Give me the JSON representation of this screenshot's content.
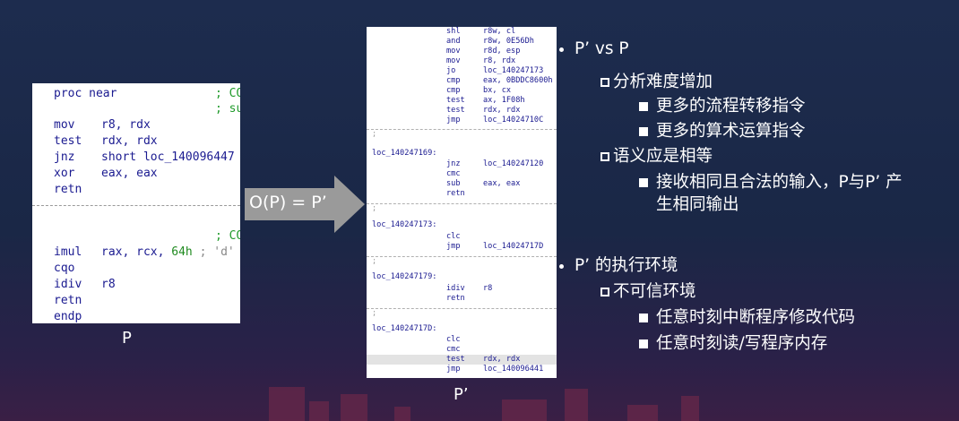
{
  "left_code": {
    "lines": [
      {
        "m": "proc near",
        "o": "",
        "c": "; CO"
      },
      {
        "m": "",
        "o": "",
        "c": "; su"
      },
      {
        "m": "mov",
        "o": "r8, rdx",
        "c": ""
      },
      {
        "m": "test",
        "o": "rdx, rdx",
        "c": ""
      },
      {
        "m": "jnz",
        "o": "short loc_140096447",
        "c": ""
      },
      {
        "m": "xor",
        "o": "eax, eax",
        "c": ""
      },
      {
        "m": "retn",
        "o": "",
        "c": ""
      },
      {
        "m": "",
        "o": "",
        "c": "; CO"
      },
      {
        "m": "imul",
        "o": "rax, rcx, ",
        "c": ""
      },
      {
        "m": "cqo",
        "o": "",
        "c": ""
      },
      {
        "m": "idiv",
        "o": "r8",
        "c": ""
      },
      {
        "m": "retn",
        "o": "",
        "c": ""
      },
      {
        "m": "endp",
        "o": "",
        "c": ""
      }
    ],
    "imul_num": "64h",
    "imul_str": "; 'd'"
  },
  "label_p": "P",
  "arrow_text": "O(P) = P’",
  "label_pp": "P’",
  "right_code": {
    "top_rows": [
      {
        "m": "shl",
        "o": "r8w, cl"
      },
      {
        "m": "and",
        "o": "r8w, 0E56Dh"
      },
      {
        "m": "mov",
        "o": "r8d, esp"
      },
      {
        "m": "mov",
        "o": "r8, rdx"
      },
      {
        "m": "jo",
        "o": "loc_140247173"
      },
      {
        "m": "cmp",
        "o": "eax, 0BDDC8600h"
      },
      {
        "m": "cmp",
        "o": "bx, cx"
      },
      {
        "m": "test",
        "o": "ax, 1F08h"
      },
      {
        "m": "test",
        "o": "rdx, rdx"
      },
      {
        "m": "jmp",
        "o": "loc_14024710C"
      }
    ],
    "semi": ";",
    "blocks": [
      {
        "label": "loc_140247169:",
        "rows": [
          {
            "m": "jnz",
            "o": "loc_140247120"
          },
          {
            "m": "cmc",
            "o": ""
          },
          {
            "m": "sub",
            "o": "eax, eax"
          },
          {
            "m": "retn",
            "o": ""
          }
        ]
      },
      {
        "label": "loc_140247173:",
        "rows": [
          {
            "m": "clc",
            "o": ""
          },
          {
            "m": "jmp",
            "o": "loc_14024717D"
          }
        ]
      },
      {
        "label": "loc_140247179:",
        "rows": [
          {
            "m": "idiv",
            "o": "r8"
          },
          {
            "m": "retn",
            "o": ""
          }
        ]
      },
      {
        "label": "loc_14024717D:",
        "rows": [
          {
            "m": "clc",
            "o": ""
          },
          {
            "m": "cmc",
            "o": ""
          },
          {
            "m": "test",
            "o": "rdx, rdx"
          },
          {
            "m": "jmp",
            "o": "loc_140096441"
          }
        ]
      }
    ]
  },
  "bullets": {
    "b1": "P’ vs P",
    "b1_1": "分析难度增加",
    "b1_1_1": "更多的流程转移指令",
    "b1_1_2": "更多的算术运算指令",
    "b1_2": "语义应是相等",
    "b1_2_1a": "接收相同且合法的输入，P与P’ 产",
    "b1_2_1b": "生相同输出",
    "b2": "P’ 的执行环境",
    "b2_1": "不可信环境",
    "b2_1_1": "任意时刻中断程序修改代码",
    "b2_1_2": "任意时刻读/写程序内存"
  }
}
